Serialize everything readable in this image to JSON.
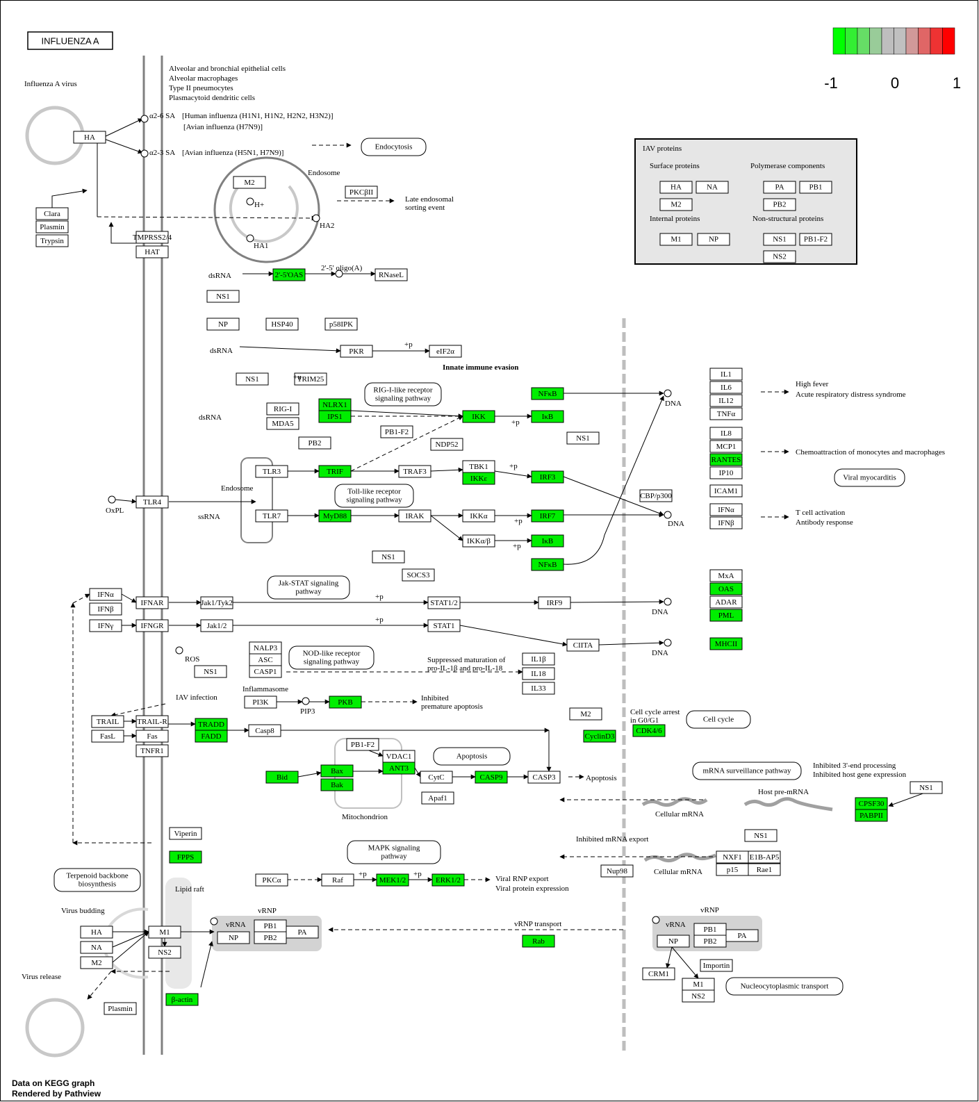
{
  "title": "INFLUENZA A",
  "colors": {
    "upregulated_max": "#ff0000",
    "neutral": "#bebebe",
    "downregulated_max": "#00ff00",
    "highlight": "#00ee00",
    "membrane": "#808080",
    "vrnp_fill": "#d3d3d3"
  },
  "legend": {
    "scale_min": "-1",
    "scale_mid": "0",
    "scale_max": "1",
    "swatches": [
      "#00ff00",
      "#33ee33",
      "#66dd66",
      "#99cc99",
      "#bebebe",
      "#c0c0c0",
      "#d19999",
      "#e06666",
      "#ee3333",
      "#ff0000"
    ]
  },
  "iav_box": {
    "title": "IAV proteins",
    "groups": [
      {
        "name": "Surface proteins",
        "items": [
          "HA",
          "NA",
          "M2"
        ]
      },
      {
        "name": "Polymerase components",
        "items": [
          "PA",
          "PB1",
          "PB2"
        ]
      },
      {
        "name": "Internal proteins",
        "items": [
          "M1",
          "NP"
        ]
      },
      {
        "name": "Non-structural proteins",
        "items": [
          "NS1",
          "PB1-F2",
          "NS2"
        ]
      }
    ]
  },
  "genes": [
    {
      "label": "HA",
      "hl": false
    },
    {
      "label": "Clara",
      "hl": false
    },
    {
      "label": "Plasmin",
      "hl": false
    },
    {
      "label": "Trypsin",
      "hl": false
    },
    {
      "label": "TMPRSS2/4",
      "hl": false
    },
    {
      "label": "HAT",
      "hl": false
    },
    {
      "label": "M2",
      "hl": false
    },
    {
      "label": "PKCβII",
      "hl": false
    },
    {
      "label": "2'-5'OAS",
      "hl": true
    },
    {
      "label": "RNaseL",
      "hl": false
    },
    {
      "label": "NS1",
      "hl": false
    },
    {
      "label": "NP",
      "hl": false
    },
    {
      "label": "HSP40",
      "hl": false
    },
    {
      "label": "p58IPK",
      "hl": false
    },
    {
      "label": "PKR",
      "hl": false
    },
    {
      "label": "eIF2α",
      "hl": false
    },
    {
      "label": "NS1",
      "hl": false
    },
    {
      "label": "TRIM25",
      "hl": false
    },
    {
      "label": "RIG-I",
      "hl": false
    },
    {
      "label": "MDA5",
      "hl": false
    },
    {
      "label": "NLRX1",
      "hl": true
    },
    {
      "label": "IPS1",
      "hl": true
    },
    {
      "label": "PB2",
      "hl": false
    },
    {
      "label": "PB1-F2",
      "hl": false
    },
    {
      "label": "NDP52",
      "hl": false
    },
    {
      "label": "IKK",
      "hl": true
    },
    {
      "label": "NFκB",
      "hl": true
    },
    {
      "label": "IκB",
      "hl": true
    },
    {
      "label": "NS1",
      "hl": false
    },
    {
      "label": "TLR3",
      "hl": false
    },
    {
      "label": "TRIF",
      "hl": true
    },
    {
      "label": "TRAF3",
      "hl": false
    },
    {
      "label": "TBK1",
      "hl": false
    },
    {
      "label": "IKKε",
      "hl": true
    },
    {
      "label": "IRF3",
      "hl": true
    },
    {
      "label": "TLR4",
      "hl": false
    },
    {
      "label": "TLR7",
      "hl": false
    },
    {
      "label": "MyD88",
      "hl": true
    },
    {
      "label": "IRAK",
      "hl": false
    },
    {
      "label": "IKKα",
      "hl": false
    },
    {
      "label": "IRF7",
      "hl": true
    },
    {
      "label": "IKKα/β",
      "hl": false
    },
    {
      "label": "IκB",
      "hl": true
    },
    {
      "label": "NFκB",
      "hl": true
    },
    {
      "label": "CBP/p300",
      "hl": false
    },
    {
      "label": "IL1",
      "hl": false
    },
    {
      "label": "IL6",
      "hl": false
    },
    {
      "label": "IL12",
      "hl": false
    },
    {
      "label": "TNFα",
      "hl": false
    },
    {
      "label": "IL8",
      "hl": false
    },
    {
      "label": "MCP1",
      "hl": false
    },
    {
      "label": "RANTES",
      "hl": true
    },
    {
      "label": "IP10",
      "hl": false
    },
    {
      "label": "ICAM1",
      "hl": false
    },
    {
      "label": "IFNα",
      "hl": false
    },
    {
      "label": "IFNβ",
      "hl": false
    },
    {
      "label": "NS1",
      "hl": false
    },
    {
      "label": "SOCS3",
      "hl": false
    },
    {
      "label": "IFNα",
      "hl": false
    },
    {
      "label": "IFNβ",
      "hl": false
    },
    {
      "label": "IFNγ",
      "hl": false
    },
    {
      "label": "IFNAR",
      "hl": false
    },
    {
      "label": "IFNGR",
      "hl": false
    },
    {
      "label": "Jak1/Tyk2",
      "hl": false
    },
    {
      "label": "Jak1/2",
      "hl": false
    },
    {
      "label": "STAT1/2",
      "hl": false
    },
    {
      "label": "STAT1",
      "hl": false
    },
    {
      "label": "IRF9",
      "hl": false
    },
    {
      "label": "CIITA",
      "hl": false
    },
    {
      "label": "MxA",
      "hl": false
    },
    {
      "label": "OAS",
      "hl": true
    },
    {
      "label": "ADAR",
      "hl": false
    },
    {
      "label": "PML",
      "hl": true
    },
    {
      "label": "MHCII",
      "hl": true
    },
    {
      "label": "NALP3",
      "hl": false
    },
    {
      "label": "ASC",
      "hl": false
    },
    {
      "label": "CASP1",
      "hl": false
    },
    {
      "label": "NS1",
      "hl": false
    },
    {
      "label": "IL1β",
      "hl": false
    },
    {
      "label": "IL18",
      "hl": false
    },
    {
      "label": "IL33",
      "hl": false
    },
    {
      "label": "PI3K",
      "hl": false
    },
    {
      "label": "PKB",
      "hl": true
    },
    {
      "label": "TRAIL",
      "hl": false
    },
    {
      "label": "FasL",
      "hl": false
    },
    {
      "label": "TRAIL-R",
      "hl": false
    },
    {
      "label": "Fas",
      "hl": false
    },
    {
      "label": "TNFR1",
      "hl": false
    },
    {
      "label": "TRADD",
      "hl": true
    },
    {
      "label": "FADD",
      "hl": true
    },
    {
      "label": "Casp8",
      "hl": false
    },
    {
      "label": "M2",
      "hl": false
    },
    {
      "label": "CyclinD3",
      "hl": true
    },
    {
      "label": "CDK4/6",
      "hl": true
    },
    {
      "label": "PB1-F2",
      "hl": false
    },
    {
      "label": "VDAC1",
      "hl": false
    },
    {
      "label": "ANT3",
      "hl": true
    },
    {
      "label": "Bid",
      "hl": true
    },
    {
      "label": "Bax",
      "hl": true
    },
    {
      "label": "Bak",
      "hl": true
    },
    {
      "label": "CytC",
      "hl": false
    },
    {
      "label": "CASP9",
      "hl": true
    },
    {
      "label": "CASP3",
      "hl": false
    },
    {
      "label": "Apaf1",
      "hl": false
    },
    {
      "label": "NS1",
      "hl": false
    },
    {
      "label": "CPSF30",
      "hl": true
    },
    {
      "label": "PABPII",
      "hl": true
    },
    {
      "label": "Viperin",
      "hl": false
    },
    {
      "label": "FPPS",
      "hl": true
    },
    {
      "label": "NS1",
      "hl": false
    },
    {
      "label": "NXF1",
      "hl": false
    },
    {
      "label": "E1B-AP5",
      "hl": false
    },
    {
      "label": "p15",
      "hl": false
    },
    {
      "label": "Rae1",
      "hl": false
    },
    {
      "label": "Nup98",
      "hl": false
    },
    {
      "label": "PKCα",
      "hl": false
    },
    {
      "label": "Raf",
      "hl": false
    },
    {
      "label": "MEK1/2",
      "hl": true
    },
    {
      "label": "ERK1/2",
      "hl": true
    },
    {
      "label": "HA",
      "hl": false
    },
    {
      "label": "NA",
      "hl": false
    },
    {
      "label": "M2",
      "hl": false
    },
    {
      "label": "M1",
      "hl": false
    },
    {
      "label": "NS2",
      "hl": false
    },
    {
      "label": "NP",
      "hl": false
    },
    {
      "label": "PB1",
      "hl": false
    },
    {
      "label": "PB2",
      "hl": false
    },
    {
      "label": "PA",
      "hl": false
    },
    {
      "label": "Rab",
      "hl": true
    },
    {
      "label": "NP",
      "hl": false
    },
    {
      "label": "PB1",
      "hl": false
    },
    {
      "label": "PB2",
      "hl": false
    },
    {
      "label": "PA",
      "hl": false
    },
    {
      "label": "Importin",
      "hl": false
    },
    {
      "label": "CRM1",
      "hl": false
    },
    {
      "label": "M1",
      "hl": false
    },
    {
      "label": "NS2",
      "hl": false
    },
    {
      "label": "β-actin",
      "hl": true
    },
    {
      "label": "Plasmin",
      "hl": false
    }
  ],
  "pathways": [
    "Endocytosis",
    "RIG-I-like receptor signaling pathway",
    "Toll-like receptor signaling pathway",
    "Jak-STAT signaling pathway",
    "NOD-like receptor signaling pathway",
    "Apoptosis",
    "Cell cycle",
    "mRNA surveillance pathway",
    "MAPK signaling pathway",
    "Terpenoid backbone biosynthesis",
    "Viral myocarditis",
    "Nucleocytoplasmic transport"
  ],
  "notes": {
    "cell_types": [
      "Alveolar and bronchial epithelial cells",
      "Alveolar macrophages",
      "Type II pneumocytes",
      "Plasmacytoid dendritic cells"
    ],
    "influenza_virus": "Influenza A virus",
    "a26sa": "α2-6 SA",
    "a26sa_desc1": "[Human influenza (H1N1, H1N2, H2N2, H3N2)]",
    "a26sa_desc2": "[Avian influenza (H7N9)]",
    "a23sa": "α2-3 SA",
    "a23sa_desc": "[Avian influenza (H5N1, H7N9)]",
    "endosome": "Endosome",
    "endosome2": "Endosome",
    "hplus": "H+",
    "ha2": "HA2",
    "ha1": "HA1",
    "late_endosomal": [
      "Late endosomal",
      "sorting event"
    ],
    "dsrna1": "dsRNA",
    "dsrna2": "dsRNA",
    "dsrna3": "dsRNA",
    "ssrna": "ssRNA",
    "oligo": "2'-5' oligo(A)",
    "innate": "Innate immune evasion",
    "plus_p": "+p",
    "plus_u": "+u",
    "dna": "DNA",
    "oxpl": "OxPL",
    "fever": [
      "High fever",
      "Acute respiratory distress syndrome"
    ],
    "chemo": "Chemoattraction of monocytes and macrophages",
    "tcell": [
      "T cell activation",
      "Antibody response"
    ],
    "ros": "ROS",
    "inflammasome": "Inflammasome",
    "suppressed": [
      "Suppressed maturation of",
      "pro-IL-1β and pro-IL-18"
    ],
    "iav_infection": "IAV infection",
    "pip3": "PIP3",
    "inhibited_apoptosis": [
      "Inhibited",
      "premature apoptosis"
    ],
    "cell_cycle_arrest": [
      "Cell cycle arrest",
      "in G0/G1"
    ],
    "mitochondrion": "Mitochondrion",
    "apoptosis": "Apoptosis",
    "inhibited_3end": [
      "Inhibited 3'-end processing",
      "Inhibited host gene expression"
    ],
    "host_premrna": "Host pre-mRNA",
    "cellular_mrna1": "Cellular mRNA",
    "cellular_mrna2": "Cellular mRNA",
    "inhibited_export": "Inhibited mRNA export",
    "lipid_raft": "Lipid raft",
    "viral_rnp_export": [
      "Viral RNP export",
      "Viral protein expression"
    ],
    "virus_budding": "Virus budding",
    "virus_release": "Virus release",
    "vrnp1": "vRNP",
    "vrnp2": "vRNP",
    "vrna1": "vRNA",
    "vrna2": "vRNA",
    "vrnp_transport": "vRNP transport"
  },
  "footer": [
    "Data on KEGG graph",
    "Rendered by Pathview"
  ]
}
